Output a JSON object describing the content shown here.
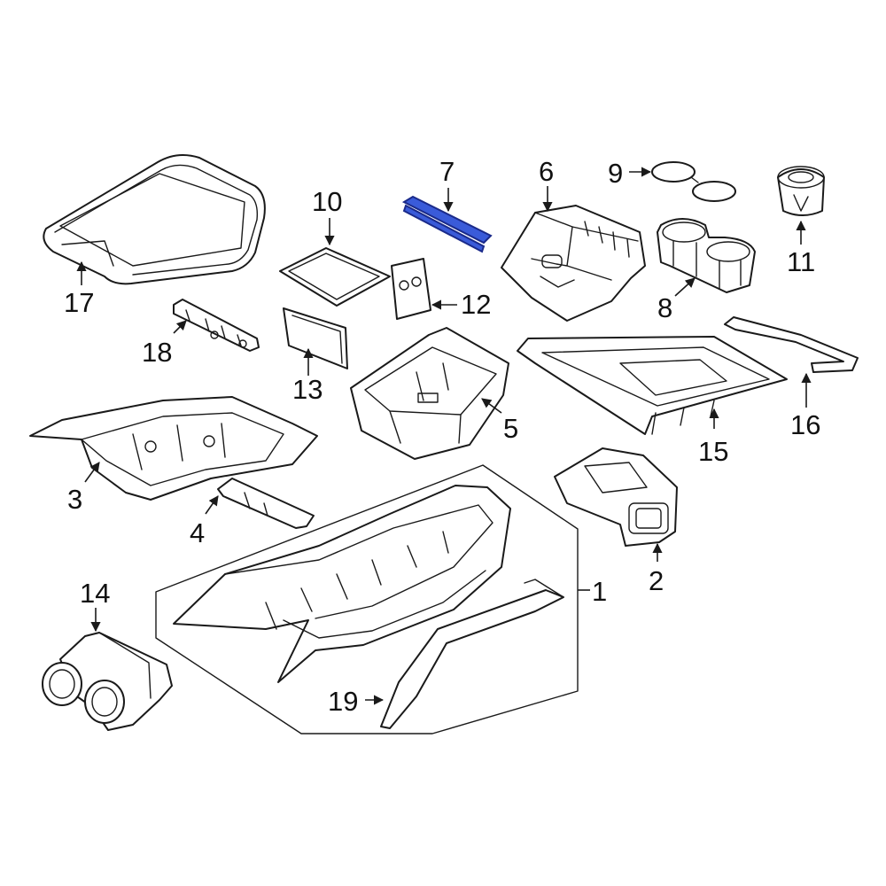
{
  "diagram": {
    "callouts": [
      {
        "id": "1",
        "label": "1"
      },
      {
        "id": "2",
        "label": "2"
      },
      {
        "id": "3",
        "label": "3"
      },
      {
        "id": "4",
        "label": "4"
      },
      {
        "id": "5",
        "label": "5"
      },
      {
        "id": "6",
        "label": "6"
      },
      {
        "id": "7",
        "label": "7"
      },
      {
        "id": "8",
        "label": "8"
      },
      {
        "id": "9",
        "label": "9"
      },
      {
        "id": "10",
        "label": "10"
      },
      {
        "id": "11",
        "label": "11"
      },
      {
        "id": "12",
        "label": "12"
      },
      {
        "id": "13",
        "label": "13"
      },
      {
        "id": "14",
        "label": "14"
      },
      {
        "id": "15",
        "label": "15"
      },
      {
        "id": "16",
        "label": "16"
      },
      {
        "id": "17",
        "label": "17"
      },
      {
        "id": "18",
        "label": "18"
      },
      {
        "id": "19",
        "label": "19"
      }
    ],
    "highlighted_part": "7",
    "colors": {
      "line": "#1a1a1a",
      "highlight_fill": "#3a5bd9",
      "highlight_stroke": "#1a2a8a",
      "background": "#ffffff"
    }
  }
}
